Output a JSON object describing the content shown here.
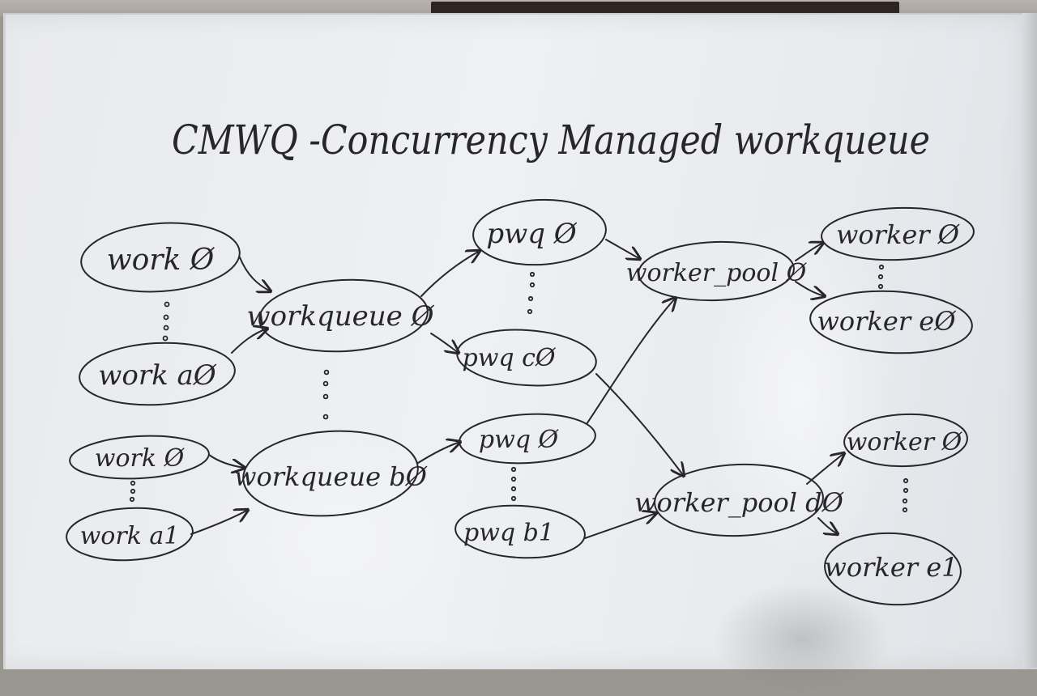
{
  "title": "CMWQ -Concurrency Managed workqueue",
  "nodes": {
    "work_0_top": "work Ø",
    "work_a0": "work aØ",
    "work_0_bottom": "work Ø",
    "work_a1": "work a1",
    "workqueue_0": "workqueue Ø",
    "workqueue_b0": "workqueue bØ",
    "pwq_0_top": "pwq Ø",
    "pwq_c0": "pwq cØ",
    "pwq_0_bottom": "pwq Ø",
    "pwq_b1": "pwq b1",
    "worker_pool_0": "worker_pool Ø",
    "worker_pool_d0": "worker_pool dØ",
    "worker_0_top": "worker Ø",
    "worker_e0": "worker eØ",
    "worker_0_bottom": "worker Ø",
    "worker_e1": "worker e1"
  },
  "colors": {
    "ink": "#26262c",
    "board": "#eceef1"
  }
}
